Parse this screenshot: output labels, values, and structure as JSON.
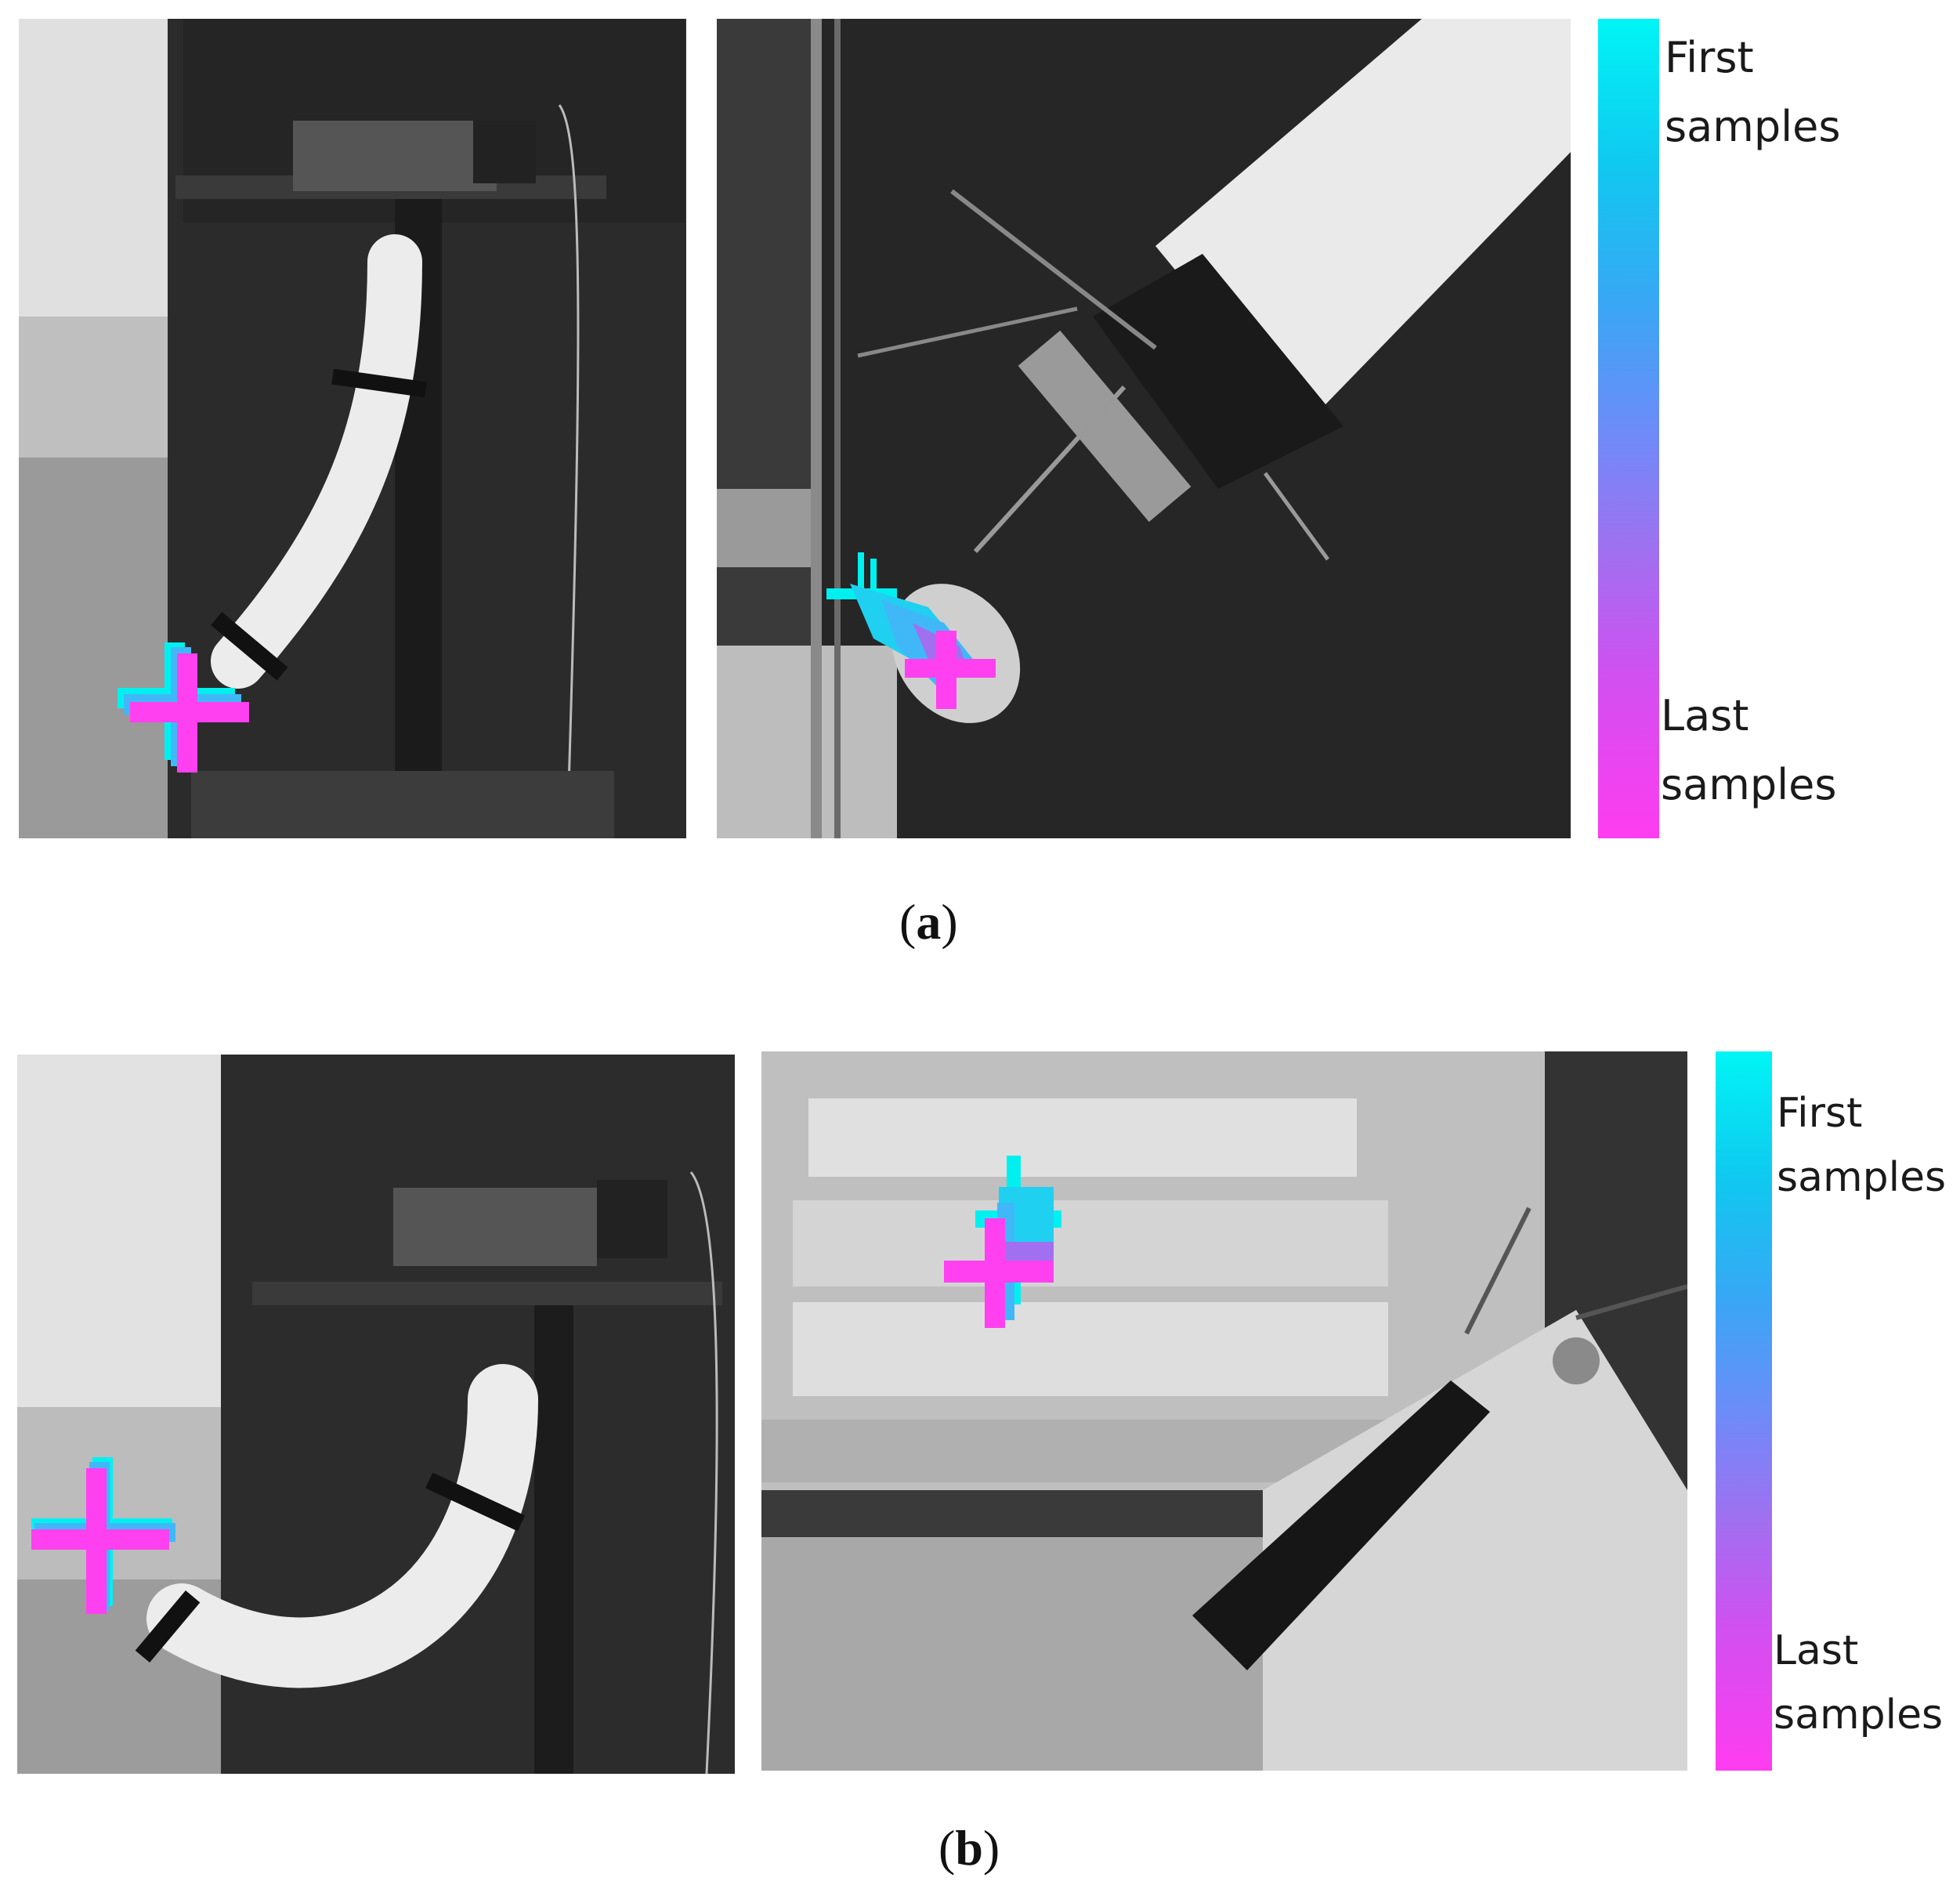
{
  "figure": {
    "row_a": {
      "caption_open": "(",
      "caption_letter": "a",
      "caption_close": ")",
      "colorbar": {
        "top_label": "First\nsamples",
        "bottom_label": "Last\nsamples",
        "color_first": "#00f5f5",
        "color_last": "#ff3cf0"
      }
    },
    "row_b": {
      "caption_open": "(",
      "caption_letter": "b",
      "caption_close": ")",
      "colorbar": {
        "top_label": "First\nsamples",
        "bottom_label": "Last\nsamples",
        "color_first": "#00f5f5",
        "color_last": "#ff3cf0"
      }
    },
    "marker_colors": {
      "first": "#00f0f0",
      "middle": "#40b8f8",
      "last": "#ff40f0"
    }
  }
}
